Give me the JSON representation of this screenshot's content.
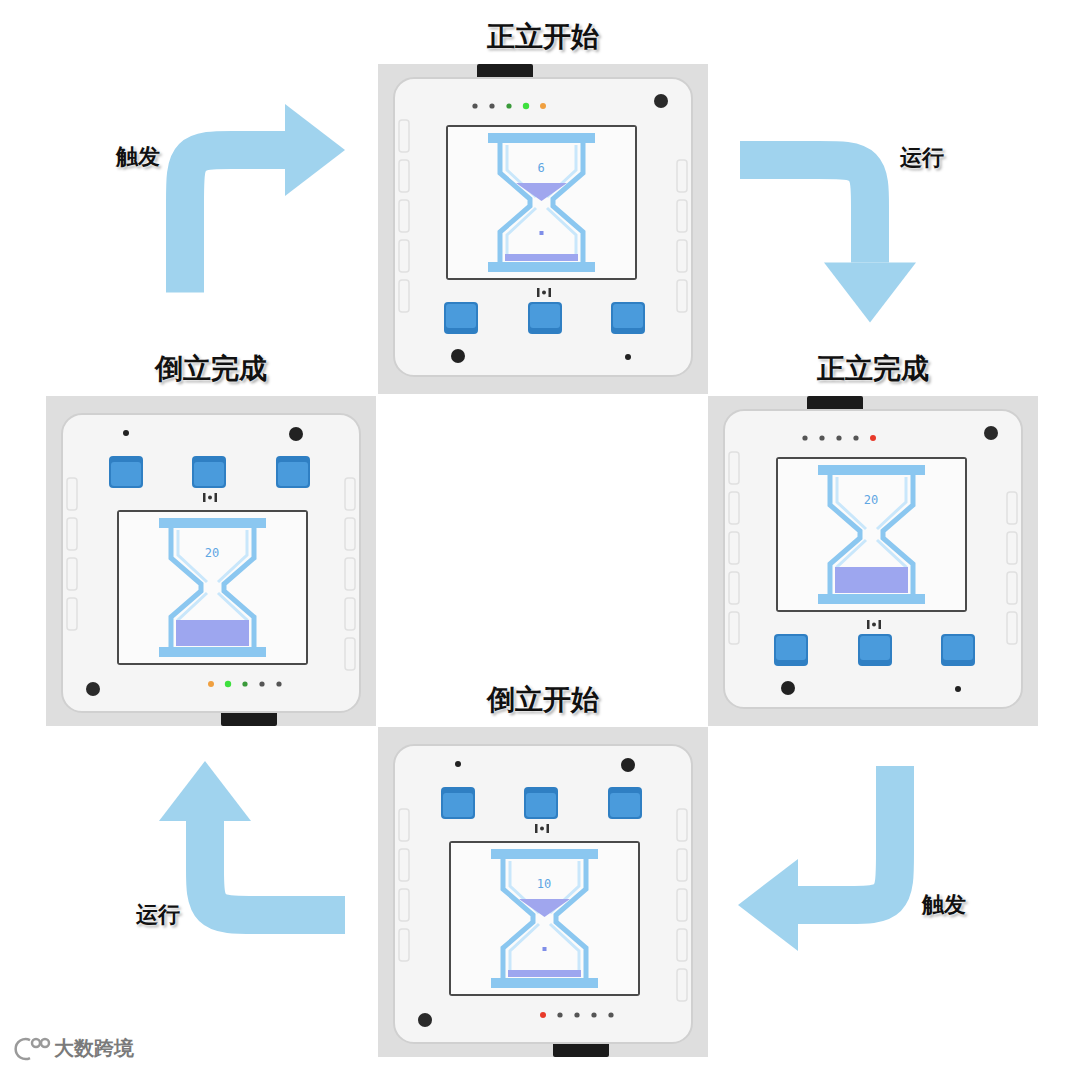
{
  "diagram": {
    "nodes": [
      {
        "text": [
          "正立开始"
        ]
      },
      {
        "text": [
          "倒立完成"
        ]
      },
      {
        "text": [
          "正立完成"
        ]
      },
      {
        "text": [
          "倒立开始"
        ]
      }
    ],
    "edges": [
      {
        "from": 0,
        "to": 2,
        "label": "运行",
        "arrow": "to"
      },
      {
        "from": 2,
        "to": 3,
        "label": "触发",
        "arrow": "to"
      },
      {
        "from": 3,
        "to": 1,
        "label": "运行",
        "arrow": "to"
      },
      {
        "from": 1,
        "to": 0,
        "label": "触发",
        "arrow": "to"
      }
    ],
    "labels": [
      "6",
      "20",
      "20",
      "10",
      "大数跨境"
    ]
  }
}
